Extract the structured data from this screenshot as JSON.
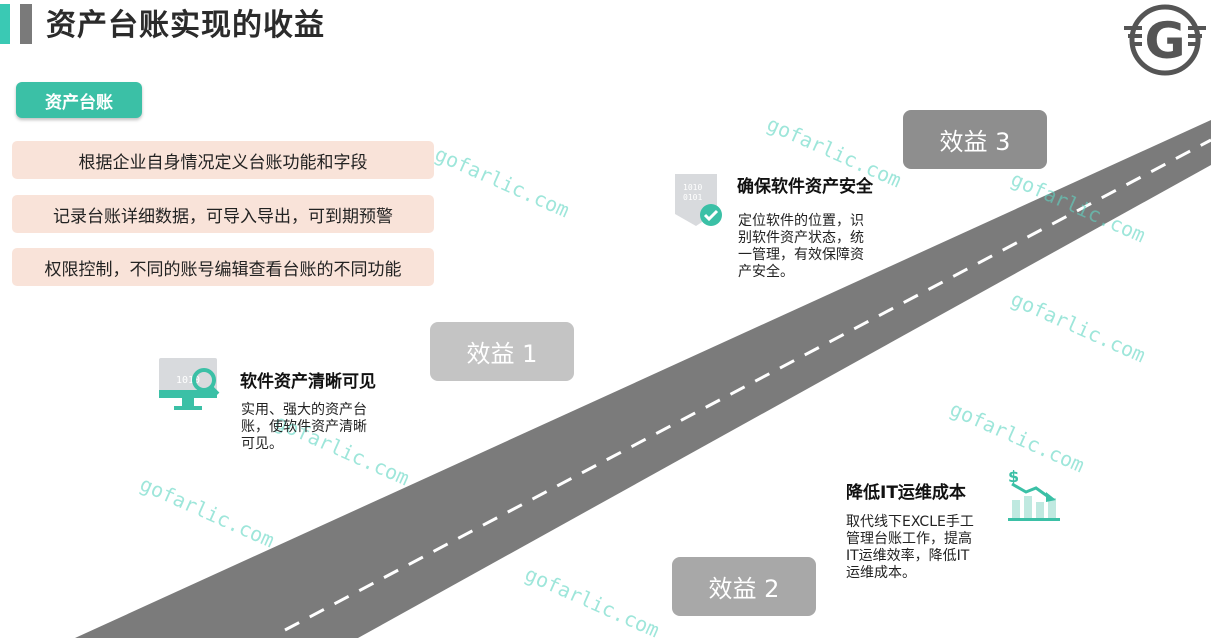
{
  "header": {
    "title": "资产台账实现的收益"
  },
  "watermark": {
    "text": "gofarlic.com"
  },
  "ledger": {
    "badge_label": "资产台账",
    "features": [
      "根据企业自身情况定义台账功能和字段",
      "记录台账详细数据，可导入导出，可到期预警",
      "权限控制，不同的账号编辑查看台账的不同功能"
    ]
  },
  "benefits": {
    "b1": {
      "pill": "效益 1",
      "title": "软件资产清晰可见",
      "desc": [
        "实用、强大的资产台",
        "账，使软件资产清晰",
        "可见。"
      ]
    },
    "b2": {
      "pill": "效益 2",
      "title": "降低IT运维成本",
      "desc": [
        "取代线下EXCLE手工",
        "管理台账工作，提高",
        "IT运维效率，降低IT",
        "运维成本。"
      ]
    },
    "b3": {
      "pill": "效益 3",
      "title": "确保软件资产安全",
      "desc": [
        "定位软件的位置，识",
        "别软件资产状态，统",
        "一管理，有效保障资",
        "产安全。"
      ]
    }
  },
  "colors": {
    "teal": "#3bc0a6",
    "road": "#7b7b7b",
    "pill1": "#c4c4c4",
    "pill2": "#a8a8a8",
    "pill3": "#8e8e8e",
    "feature_bg": "#f9e3d9"
  }
}
